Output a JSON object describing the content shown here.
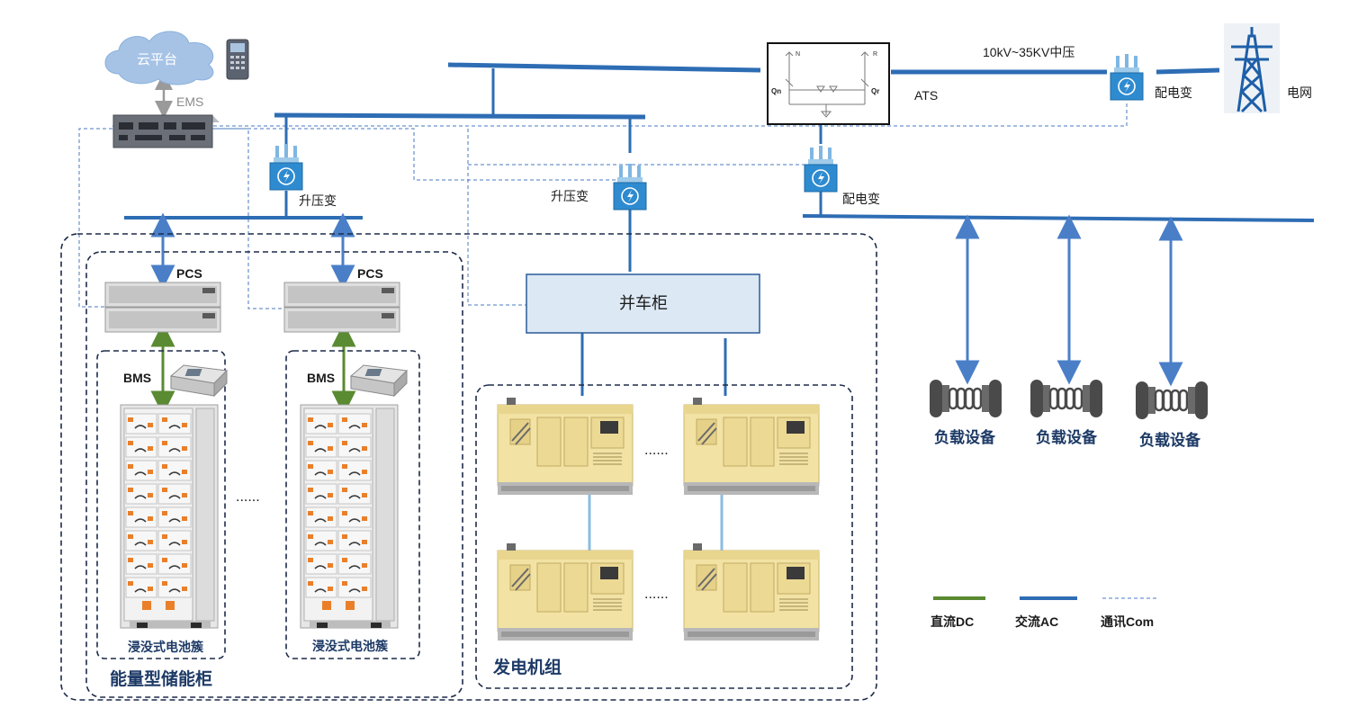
{
  "labels": {
    "cloud": "云平台",
    "ems": "EMS",
    "step_up_1": "升压变",
    "step_up_2": "升压变",
    "dist_1": "配电变",
    "dist_2": "配电变",
    "ats": "ATS",
    "voltage": "10kV~35KV中压",
    "grid": "电网",
    "pcs_1": "PCS",
    "pcs_2": "PCS",
    "bms_1": "BMS",
    "bms_2": "BMS",
    "cluster_1": "浸没式电池簇",
    "cluster_2": "浸没式电池簇",
    "storage_cabinet": "能量型储能柜",
    "parallel_cabinet": "并车柜",
    "genset": "发电机组",
    "load_1": "负载设备",
    "load_2": "负载设备",
    "load_3": "负载设备",
    "dots_1": "......",
    "dots_2": "......",
    "dots_3": "......",
    "ats_n": "N",
    "ats_r": "R",
    "ats_qn": "Qn",
    "ats_qr": "Qr"
  },
  "legend": [
    {
      "label": "直流DC",
      "color": "#5a8a32",
      "style": "solid"
    },
    {
      "label": "交流AC",
      "color": "#2e6db4",
      "style": "solid"
    },
    {
      "label": "通讯Com",
      "color": "#4a78c0",
      "style": "dashed"
    }
  ],
  "colors": {
    "ac": "#2e6db4",
    "dc": "#5a8a32",
    "com": "#4a78c0",
    "frame": "#1d2b4a",
    "transformer": "#3b8ed0",
    "genset": "#f2e2a4"
  }
}
